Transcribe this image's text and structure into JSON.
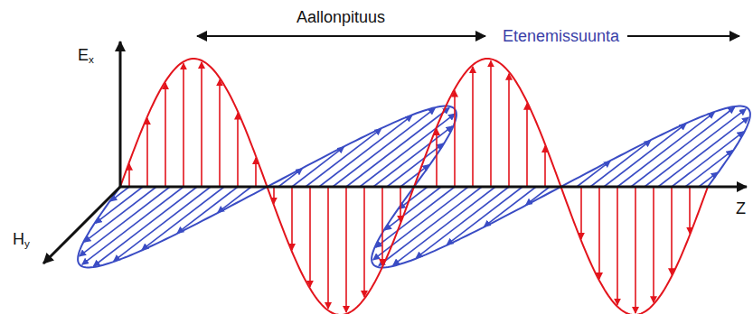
{
  "diagram": {
    "labels": [
      "Aallonpituus",
      "Etenemissuunta",
      "Ex",
      "Hy",
      "Z"
    ]
  }
}
